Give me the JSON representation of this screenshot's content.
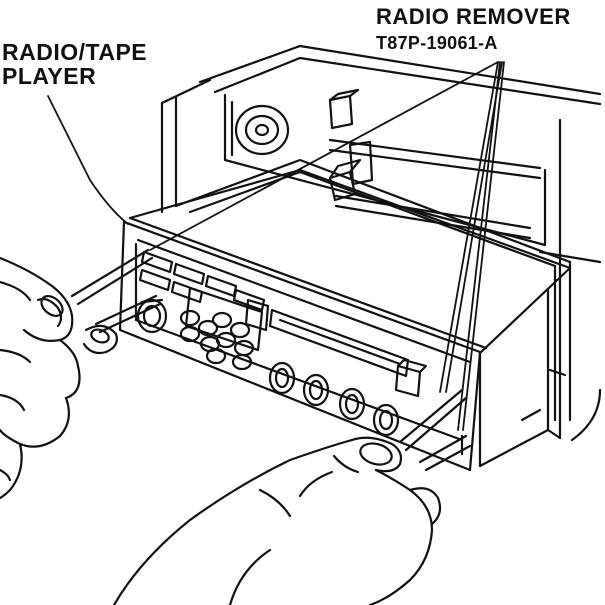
{
  "labels": {
    "radio_tape_player_line1": "RADIO/TAPE",
    "radio_tape_player_line2": "PLAYER",
    "radio_remover": "RADIO REMOVER",
    "radio_remover_part": "T87P-19061-A"
  },
  "colors": {
    "ink": "#111111",
    "paper": "#ffffff"
  }
}
